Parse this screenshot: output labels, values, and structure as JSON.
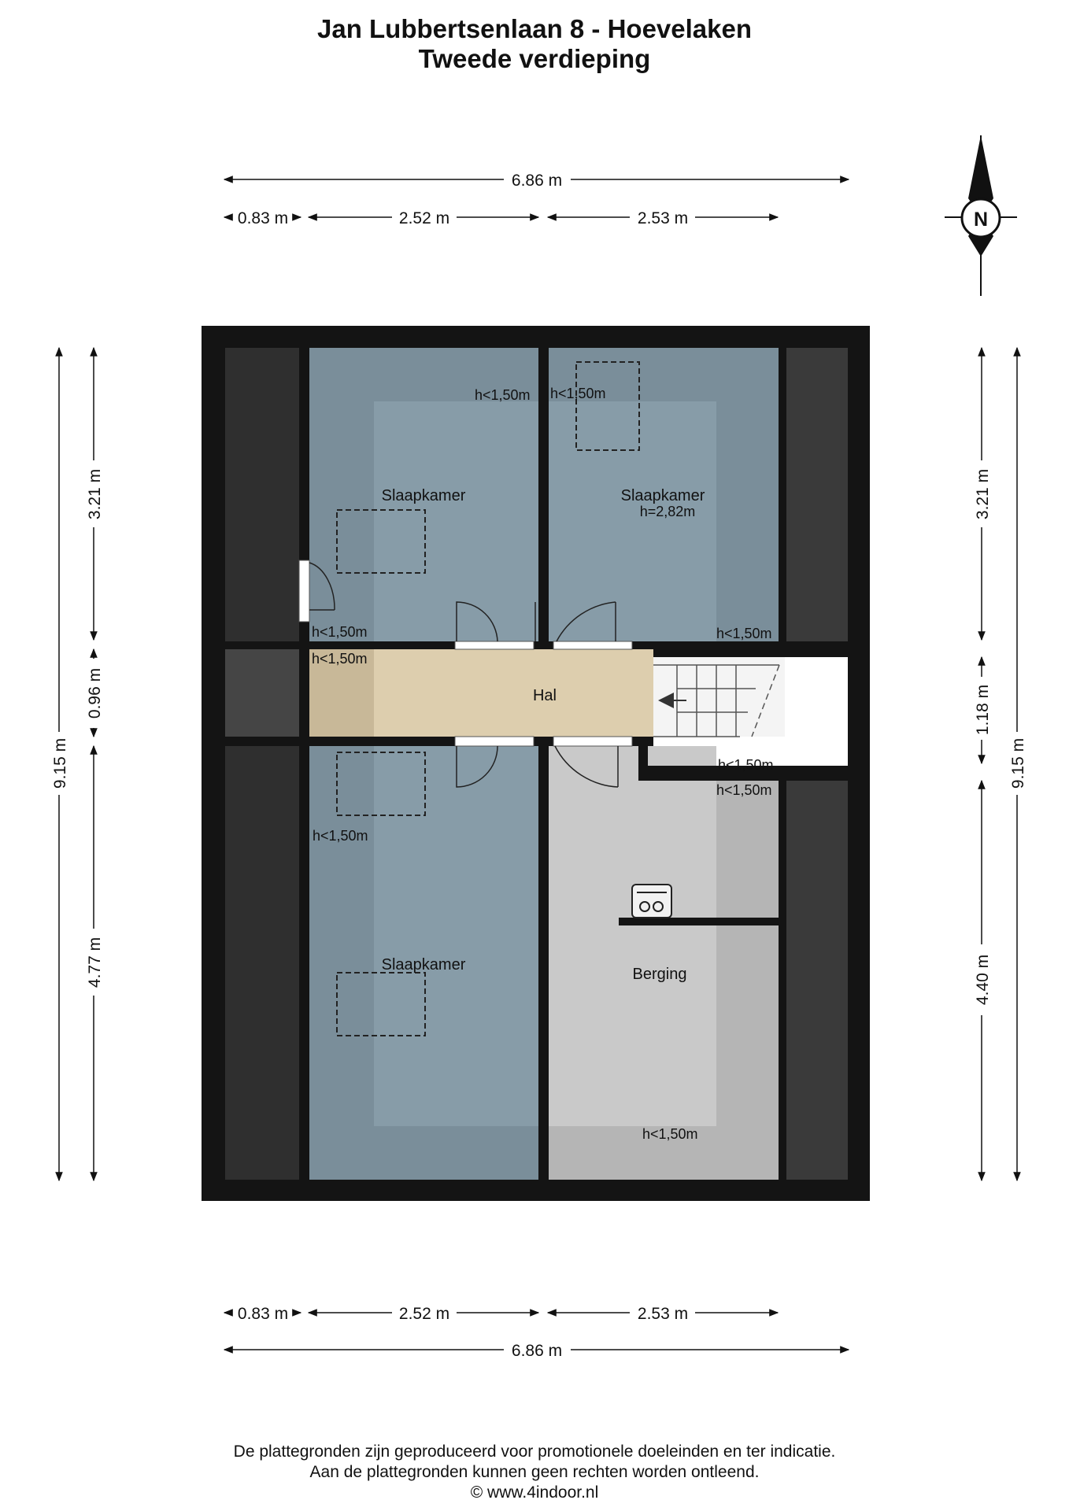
{
  "title": {
    "line1": "Jan Lubbertsenlaan 8 - Hoevelaken",
    "line2": "Tweede verdieping"
  },
  "compass": {
    "label": "N",
    "icon": "north-arrow-icon"
  },
  "dimensions": {
    "top_total": "6.86 m",
    "top_segments": [
      "0.83 m",
      "2.52 m",
      "2.53 m"
    ],
    "bottom_segments": [
      "0.83 m",
      "2.52 m",
      "2.53 m"
    ],
    "bottom_total": "6.86 m",
    "left_total": "9.15 m",
    "left_segments": [
      "3.21 m",
      "0.96 m",
      "4.77 m"
    ],
    "right_total": "9.15 m",
    "right_segments": [
      "3.21 m",
      "1.18 m",
      "4.40 m"
    ]
  },
  "rooms": {
    "bedroom_nw": "Slaapkamer",
    "bedroom_ne": "Slaapkamer",
    "bedroom_ne_height": "h=2,82m",
    "hall": "Hal",
    "bedroom_sw": "Slaapkamer",
    "storage": "Berging"
  },
  "height_notes": {
    "nw_top": "h<1,50m",
    "ne_top": "h<1,50m",
    "nw_bottom": "h<1,50m",
    "ne_bottom": "h<1,50m",
    "hall_left": "h<1,50m",
    "stair_landing": "h<1,50m",
    "storage_top": "h<1,50m",
    "sw_top": "h<1,50m",
    "storage_bottom": "h<1,50m"
  },
  "colors": {
    "wall": "#141414",
    "eaves": "#2f2f2f",
    "eaves_light": "#454545",
    "bedroom": "#7a8e9a",
    "bedroom_high": "#879ca8",
    "hall": "#ddceae",
    "storage": "#b5b5b5",
    "storage_high": "#c9c9c9"
  },
  "footer": {
    "line1": "De plattegronden zijn geproduceerd voor promotionele doeleinden en ter indicatie.",
    "line2": "Aan de plattegronden kunnen geen rechten worden ontleend.",
    "line3": "© www.4indoor.nl"
  }
}
